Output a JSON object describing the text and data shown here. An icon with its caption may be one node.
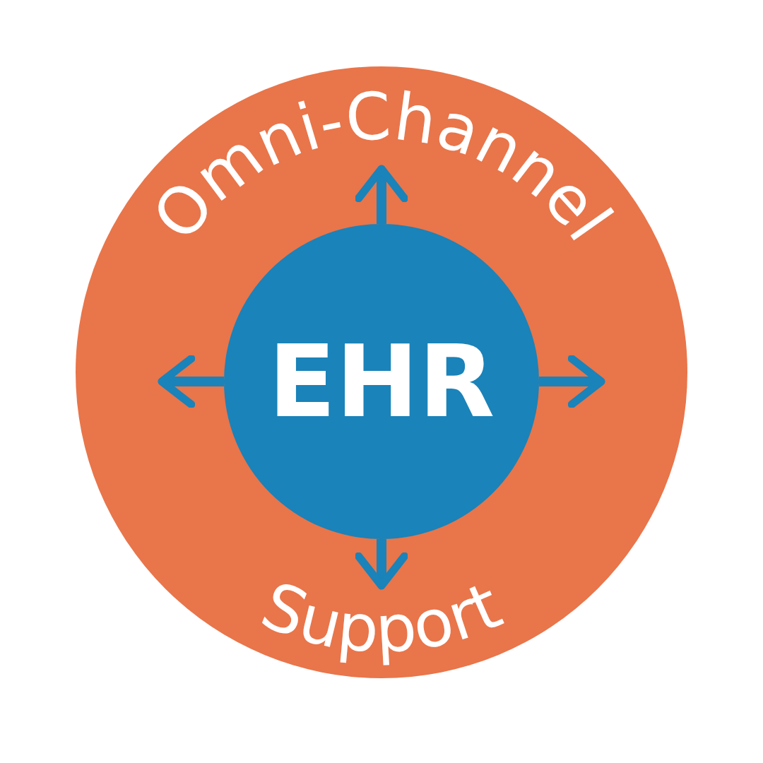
{
  "diagram": {
    "nodes": [
      {
        "text": [
          "Omni-Channel",
          "Support"
        ]
      },
      {
        "text": [
          "EHR"
        ],
        "in": 0
      }
    ],
    "edges": [
      {
        "from": 1,
        "to": null,
        "arrow": "to"
      },
      {
        "from": 1,
        "to": null,
        "arrow": "to"
      },
      {
        "from": 1,
        "to": null,
        "arrow": "to"
      },
      {
        "from": 1,
        "to": null,
        "arrow": "to"
      }
    ]
  }
}
